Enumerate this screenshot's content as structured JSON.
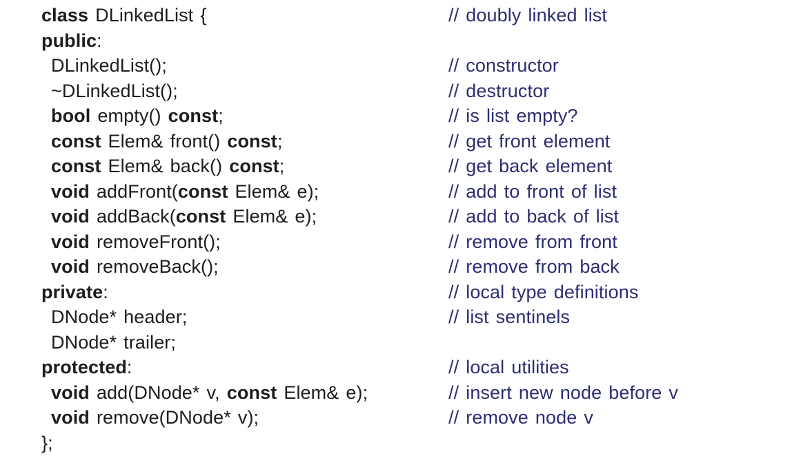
{
  "page": {
    "background": "#ffffff",
    "code_color": "#1d1d1d",
    "comment_color": "#2c2e72"
  },
  "listing": {
    "lines": [
      {
        "indent": 0,
        "tokens": [
          {
            "text": "class",
            "bold": true
          },
          {
            "text": " DLinkedList {",
            "bold": false
          }
        ],
        "comment": "// doubly linked list"
      },
      {
        "indent": 0,
        "tokens": [
          {
            "text": "public",
            "bold": true
          },
          {
            "text": ":",
            "bold": false
          }
        ],
        "comment": ""
      },
      {
        "indent": 1,
        "tokens": [
          {
            "text": "DLinkedList();",
            "bold": false
          }
        ],
        "comment": "// constructor"
      },
      {
        "indent": 1,
        "tokens": [
          {
            "text": "~DLinkedList();",
            "bold": false
          }
        ],
        "comment": "// destructor"
      },
      {
        "indent": 1,
        "tokens": [
          {
            "text": "bool",
            "bold": true
          },
          {
            "text": " empty() ",
            "bold": false
          },
          {
            "text": "const",
            "bold": true
          },
          {
            "text": ";",
            "bold": false
          }
        ],
        "comment": "// is list empty?"
      },
      {
        "indent": 1,
        "tokens": [
          {
            "text": "const",
            "bold": true
          },
          {
            "text": " Elem& front() ",
            "bold": false
          },
          {
            "text": "const",
            "bold": true
          },
          {
            "text": ";",
            "bold": false
          }
        ],
        "comment": "// get front element"
      },
      {
        "indent": 1,
        "tokens": [
          {
            "text": "const",
            "bold": true
          },
          {
            "text": " Elem& back() ",
            "bold": false
          },
          {
            "text": "const",
            "bold": true
          },
          {
            "text": ";",
            "bold": false
          }
        ],
        "comment": "// get back element"
      },
      {
        "indent": 1,
        "tokens": [
          {
            "text": "void",
            "bold": true
          },
          {
            "text": " addFront(",
            "bold": false
          },
          {
            "text": "const",
            "bold": true
          },
          {
            "text": " Elem& e);",
            "bold": false
          }
        ],
        "comment": "// add to front of list"
      },
      {
        "indent": 1,
        "tokens": [
          {
            "text": "void",
            "bold": true
          },
          {
            "text": " addBack(",
            "bold": false
          },
          {
            "text": "const",
            "bold": true
          },
          {
            "text": " Elem& e);",
            "bold": false
          }
        ],
        "comment": "// add to back of list"
      },
      {
        "indent": 1,
        "tokens": [
          {
            "text": "void",
            "bold": true
          },
          {
            "text": " removeFront();",
            "bold": false
          }
        ],
        "comment": "// remove from front"
      },
      {
        "indent": 1,
        "tokens": [
          {
            "text": "void",
            "bold": true
          },
          {
            "text": " removeBack();",
            "bold": false
          }
        ],
        "comment": "// remove from back"
      },
      {
        "indent": 0,
        "tokens": [
          {
            "text": "private",
            "bold": true
          },
          {
            "text": ":",
            "bold": false
          }
        ],
        "comment": "// local type definitions"
      },
      {
        "indent": 1,
        "tokens": [
          {
            "text": "DNode* header;",
            "bold": false
          }
        ],
        "comment": "// list sentinels"
      },
      {
        "indent": 1,
        "tokens": [
          {
            "text": "DNode* trailer;",
            "bold": false
          }
        ],
        "comment": ""
      },
      {
        "indent": 0,
        "tokens": [
          {
            "text": "protected",
            "bold": true
          },
          {
            "text": ":",
            "bold": false
          }
        ],
        "comment": "// local utilities"
      },
      {
        "indent": 1,
        "tokens": [
          {
            "text": "void",
            "bold": true
          },
          {
            "text": " add(DNode* v, ",
            "bold": false
          },
          {
            "text": "const",
            "bold": true
          },
          {
            "text": " Elem& e);",
            "bold": false
          }
        ],
        "comment": "// insert new node before v"
      },
      {
        "indent": 1,
        "tokens": [
          {
            "text": "void",
            "bold": true
          },
          {
            "text": " remove(DNode* v);",
            "bold": false
          }
        ],
        "comment": "// remove node v"
      },
      {
        "indent": 0,
        "tokens": [
          {
            "text": "};",
            "bold": false
          }
        ],
        "comment": ""
      }
    ]
  }
}
